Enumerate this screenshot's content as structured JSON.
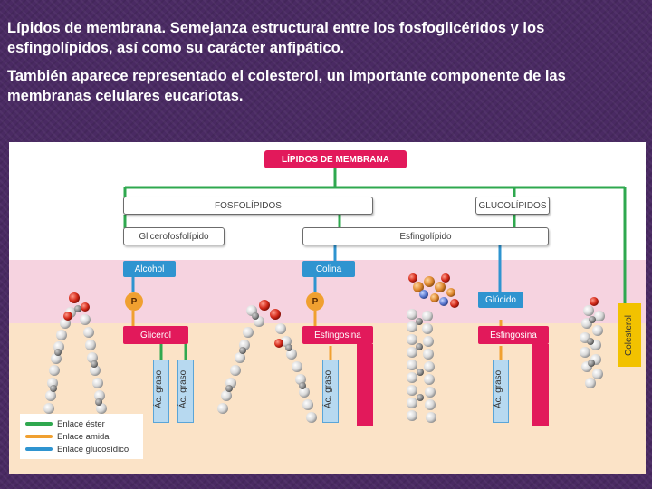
{
  "captions": {
    "line1": "Lípidos de membrana. Semejanza estructural entre los fosfoglicéridos y los esfingolípidos, así como su carácter anfipático.",
    "line2": "También aparece representado el colesterol, un importante componente de las membranas celulares eucariotas."
  },
  "diagram": {
    "root": "LÍPIDOS DE MEMBRANA",
    "level1": [
      "FOSFOLÍPIDOS",
      "GLUCOLÍPIDOS"
    ],
    "level2": [
      "Glicerofosfolípido",
      "Esfingolípido"
    ],
    "head_groups": [
      "Alcohol",
      "Colina",
      "Glúcido"
    ],
    "phosphate": "P",
    "backbones": [
      "Glicerol",
      "Esfingosina",
      "Esfingosina"
    ],
    "fatty_acid": "Ác. graso",
    "cholesterol": "Colesterol",
    "legend": [
      {
        "label": "Enlace éster",
        "color": "#2fa84f"
      },
      {
        "label": "Enlace amida",
        "color": "#f0a030"
      },
      {
        "label": "Enlace glucosídico",
        "color": "#2f94d0"
      }
    ]
  },
  "colors": {
    "green_connector": "#2fa84f",
    "magenta": "#e2195b",
    "blue": "#2f94d0",
    "pink_band": "#f6d3e0",
    "tan_band": "#fbe3c7",
    "cholesterol_yellow": "#f2c200"
  }
}
